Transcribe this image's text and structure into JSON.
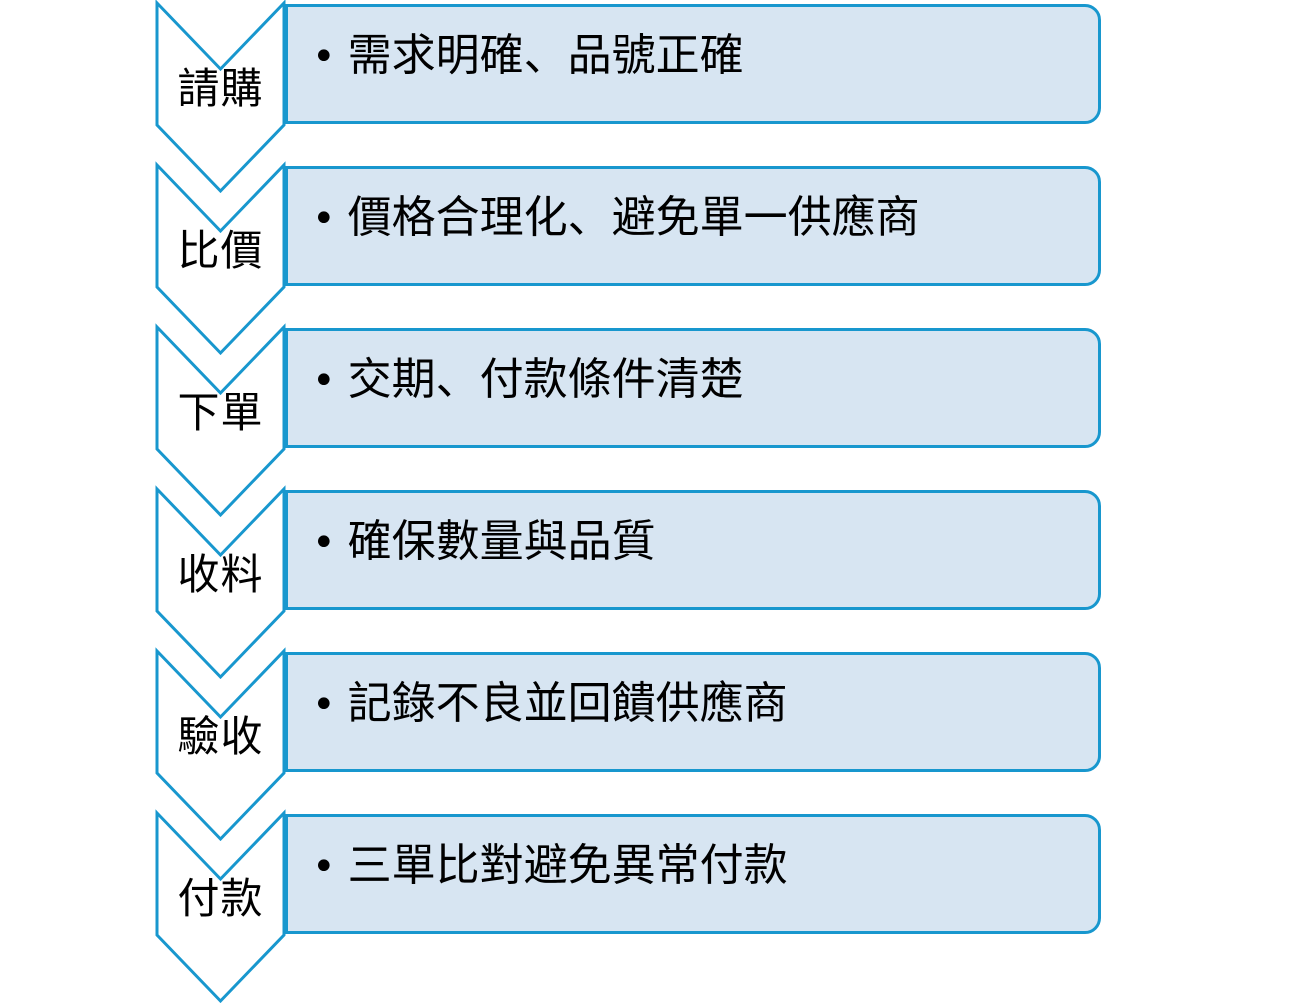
{
  "diagram": {
    "type": "vertical-chevron-process-list",
    "bullet": "•",
    "colors": {
      "accent_stroke": "#1897CE",
      "box_fill": "#D7E5F2",
      "chevron_fill": "#FFFFFF",
      "text": "#000000"
    },
    "steps": [
      {
        "label": "請購",
        "detail": "需求明確、品號正確"
      },
      {
        "label": "比價",
        "detail": "價格合理化、避免單一供應商"
      },
      {
        "label": "下單",
        "detail": "交期、付款條件清楚"
      },
      {
        "label": "收料",
        "detail": "確保數量與品質"
      },
      {
        "label": "驗收",
        "detail": "記錄不良並回饋供應商"
      },
      {
        "label": "付款",
        "detail": "三單比對避免異常付款"
      }
    ]
  }
}
